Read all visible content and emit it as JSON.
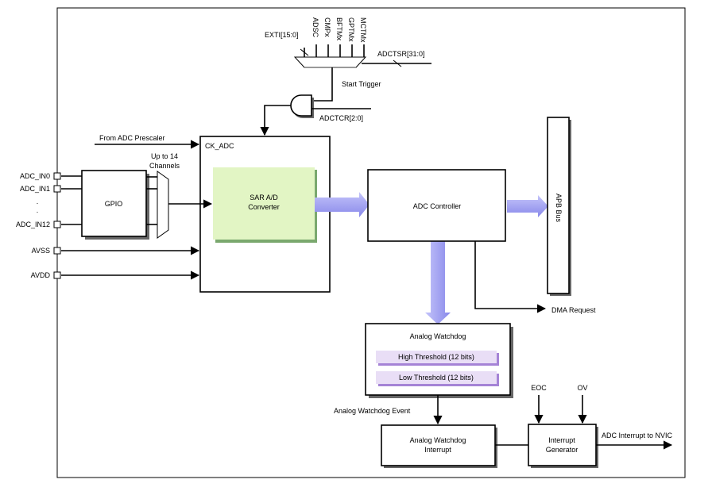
{
  "triggers": {
    "exti": "EXTI[15:0]",
    "inputs": [
      "ADSC",
      "CMPx",
      "BFTMx",
      "GPTMx",
      "MCTMx"
    ],
    "adctsr": "ADCTSR[31:0]",
    "start_trigger": "Start Trigger",
    "adctcr": "ADCTCR[2:0]"
  },
  "prescaler": "From ADC Prescaler",
  "ck_adc": "CK_ADC",
  "sar": {
    "line1": "SAR A/D",
    "line2": "Converter"
  },
  "channels": {
    "line1": "Up to 14",
    "line2": "Channels"
  },
  "gpio": "GPIO",
  "pins": {
    "in0": "ADC_IN0",
    "in1": "ADC_IN1",
    "dots": ".",
    "in12": "ADC_IN12",
    "avss": "AVSS",
    "avdd": "AVDD"
  },
  "controller": "ADC Controller",
  "apb": "APB Bus",
  "dma": "DMA Request",
  "watchdog": {
    "title": "Analog Watchdog",
    "high": "High Threshold (12 bits)",
    "low": "Low Threshold (12 bits)",
    "event": "Analog Watchdog Event"
  },
  "aw_interrupt": {
    "line1": "Analog Watchdog",
    "line2": "Interrupt"
  },
  "int_gen": {
    "line1": "Interrupt",
    "line2": "Generator"
  },
  "eoc": "EOC",
  "ov": "OV",
  "nvic": "ADC Interrupt to NVIC",
  "colors": {
    "sar_fill": "#e2f5c4",
    "sar_shadow": "#7aa86e",
    "bus_arrow": "#9d9df0",
    "threshold_fill": "#e9def6",
    "threshold_shadow": "#a583d6"
  }
}
